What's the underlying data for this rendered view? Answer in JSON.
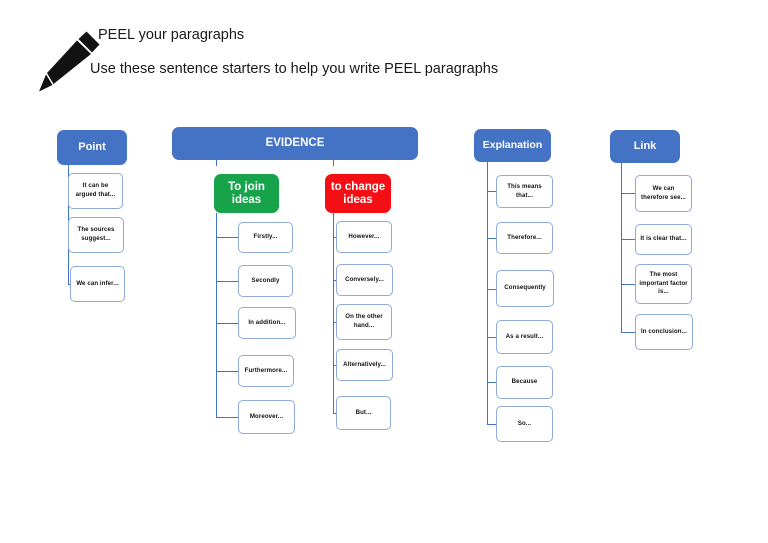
{
  "header": {
    "icon": "pencil-icon",
    "line1": "PEEL your paragraphs",
    "line2": "Use these sentence starters to help you write PEEL paragraphs"
  },
  "colors": {
    "blue": "#4472C4",
    "green": "#17A34A",
    "red": "#F30F14",
    "node_border": "#8FAADC",
    "node_fill": "#FFFFFF",
    "text": "#111111"
  },
  "columns": [
    {
      "id": "point",
      "header": "Point",
      "header_color": "#4472C4",
      "items": [
        "It can be argued that...",
        "The sources suggest...",
        "We can infer..."
      ]
    },
    {
      "id": "evidence",
      "header": "EVIDENCE",
      "header_color": "#4472C4",
      "subgroups": [
        {
          "id": "to-join-ideas",
          "header": "To join ideas",
          "header_color": "#17A34A",
          "items": [
            "Firstly...",
            "Secondly",
            "In addition...",
            "Furthermore...",
            "Moreover..."
          ]
        },
        {
          "id": "to-change-ideas",
          "header": "to change ideas",
          "header_color": "#F30F14",
          "items": [
            "However...",
            "Conversely...",
            "On the other hand...",
            "Alternatively...",
            "But..."
          ]
        }
      ]
    },
    {
      "id": "explanation",
      "header": "Explanation",
      "header_color": "#4472C4",
      "items": [
        "This means that...",
        "Therefore...",
        "Consequently",
        "As a result...",
        "Because",
        "So..."
      ]
    },
    {
      "id": "link",
      "header": "Link",
      "header_color": "#4472C4",
      "items": [
        "We can therefore see...",
        "It is clear that...",
        "The most important factor is...",
        "In conclusion..."
      ]
    }
  ]
}
